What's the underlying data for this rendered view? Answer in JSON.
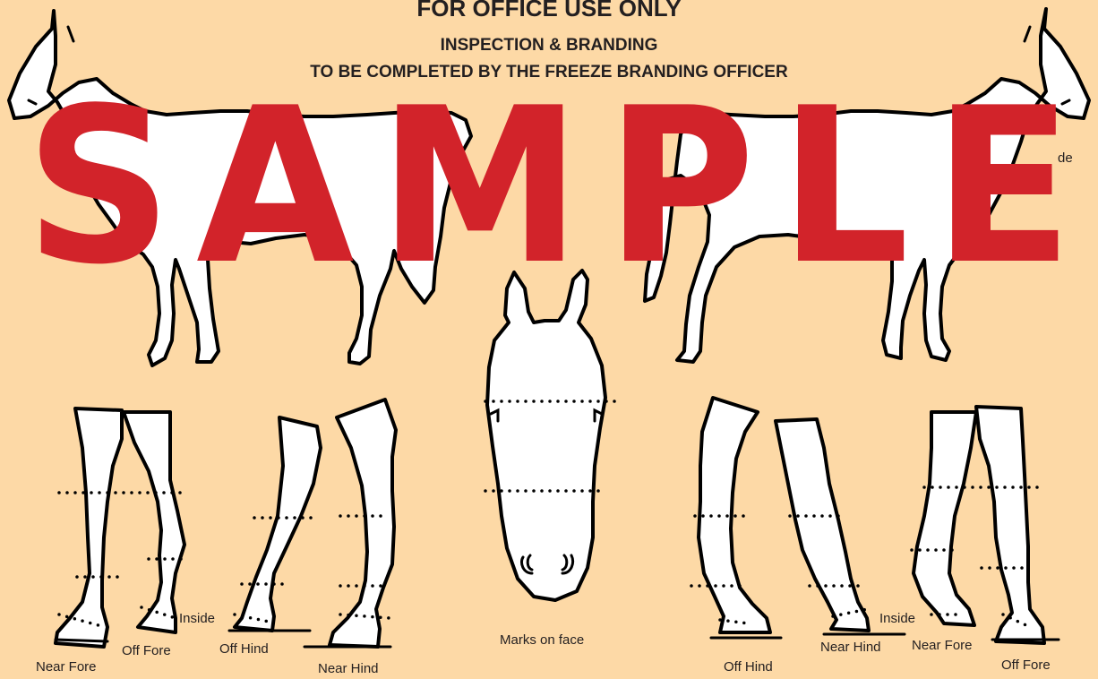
{
  "header": {
    "title": "FOR OFFICE USE ONLY",
    "subtitle": "INSPECTION & BRANDING",
    "instruction": "TO BE COMPLETED BY THE FREEZE BRANDING OFFICER"
  },
  "watermark": {
    "text": "SAMPLE",
    "color": "#d2232a"
  },
  "side_labels": {
    "right_partial": "de"
  },
  "leg_labels": {
    "near_fore_left": "Near Fore",
    "off_fore_left": "Off Fore",
    "inside_left": "Inside",
    "off_hind_left": "Off Hind",
    "near_hind_left": "Near Hind",
    "face": "Marks on face",
    "off_hind_right": "Off Hind",
    "near_hind_right": "Near Hind",
    "inside_right": "Inside",
    "near_fore_right": "Near Fore",
    "off_fore_right": "Off Fore"
  },
  "colors": {
    "background": "#fdd9a6",
    "ink": "#000000",
    "silhouette": "#ffffff"
  }
}
